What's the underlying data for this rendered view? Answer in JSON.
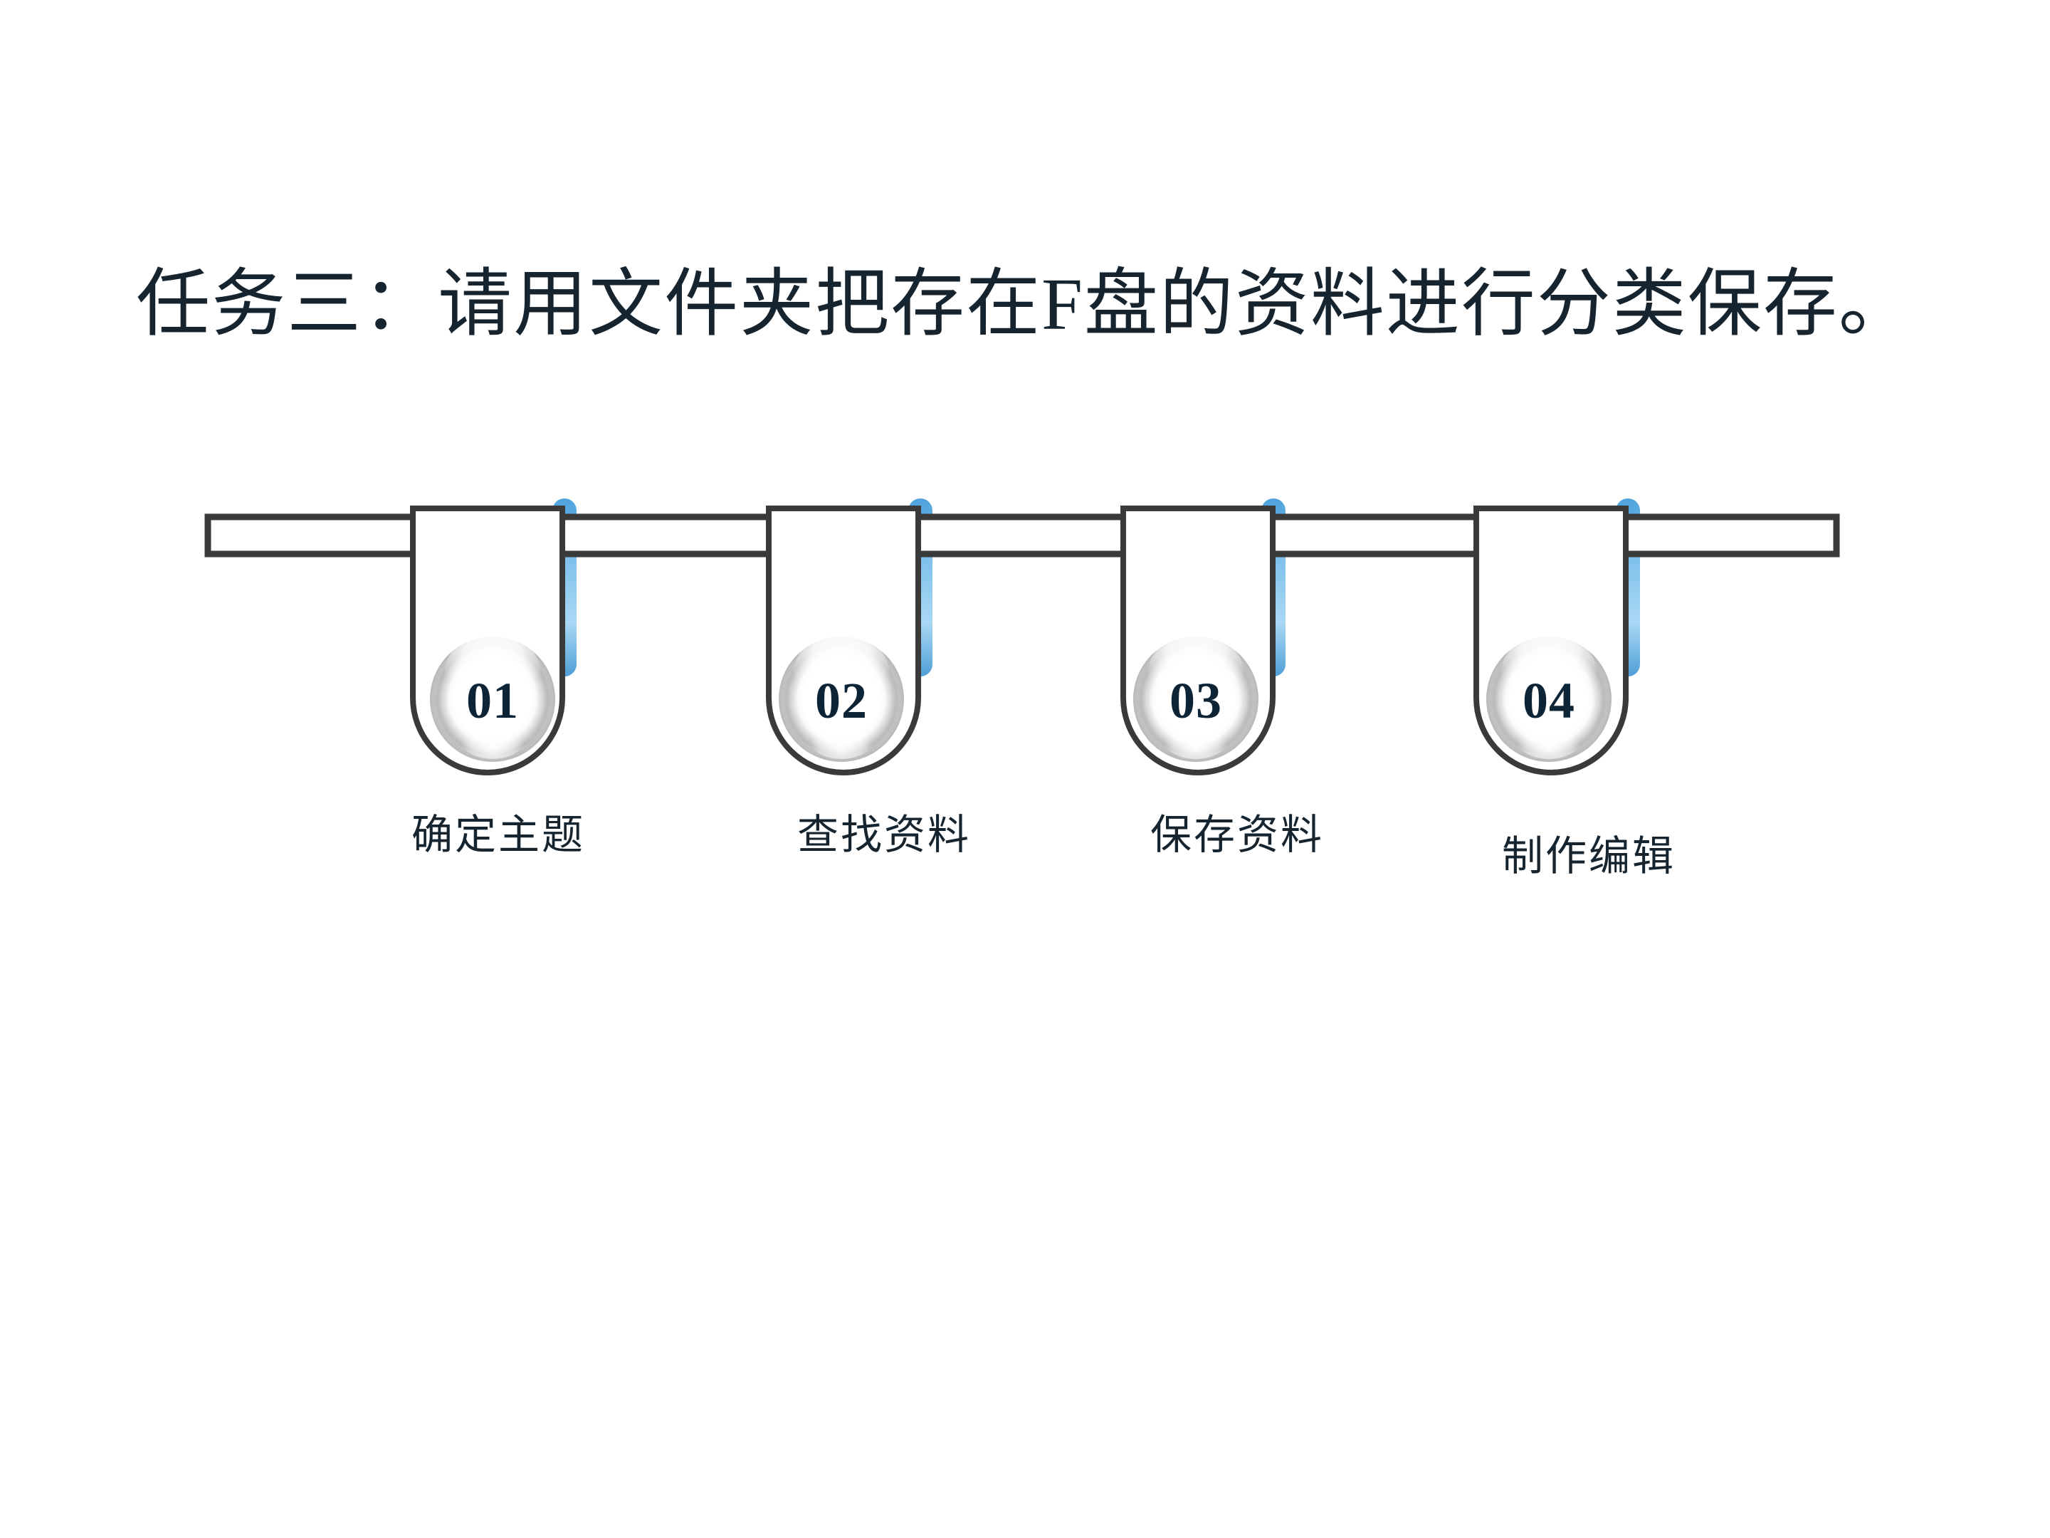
{
  "slide": {
    "title": "任务三：请用文件夹把存在F盘的资料进行分类保存。",
    "background_color": "#ffffff",
    "title_color": "#16242f"
  },
  "diagram": {
    "type": "process-timeline",
    "orientation": "horizontal",
    "rail_color": "#3a3a3a",
    "tube_outline_color": "#3a3a3a",
    "tab_color": "#6ab4e8",
    "tab_color_dark": "#3f9bd8",
    "sphere_shadow_color": "#9a9a9a",
    "number_color": "#0d2336",
    "label_color": "#16242f",
    "steps": [
      {
        "number": "01",
        "label": "确定主题"
      },
      {
        "number": "02",
        "label": "查找资料"
      },
      {
        "number": "03",
        "label": "保存资料"
      },
      {
        "number": "04",
        "label": "制作编辑"
      }
    ]
  }
}
